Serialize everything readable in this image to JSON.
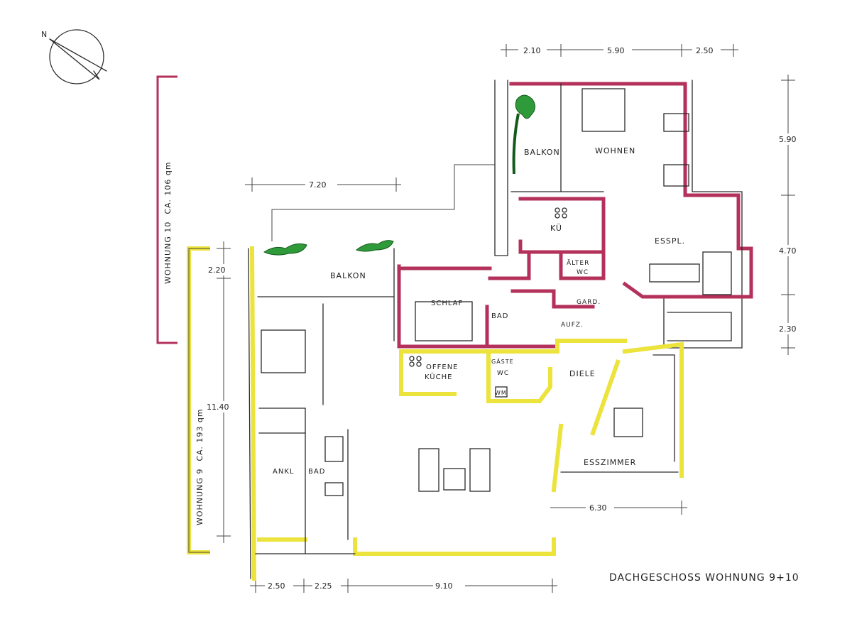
{
  "title": "DACHGESCHOSS WOHNUNG 9+10",
  "colors": {
    "unit10": "#b3315a",
    "unit9": "#ece33c",
    "plants": "#2f9a3a"
  },
  "units": [
    {
      "name": "WOHNUNG 10",
      "area": "CA. 106 qm"
    },
    {
      "name": "WOHNUNG 9",
      "area": "CA. 193 qm"
    }
  ],
  "rooms": {
    "balkon_10": "BALKON",
    "wohnen": "WOHNEN",
    "kueche": "KÜ",
    "esspl": "ESSPL.",
    "aelter_wc_1": "ÄLTER",
    "aelter_wc_2": "WC",
    "gard": "GARD.",
    "schlaf": "SCHLAF",
    "bad_10": "BAD",
    "aufz": "AUFZ.",
    "balkon_9": "BALKON",
    "offene_kueche_1": "OFFENE",
    "offene_kueche_2": "KÜCHE",
    "gaeste_wc_1": "GÄSTE",
    "gaeste_wc_2": "WC",
    "wm": "WM",
    "diele": "DIELE",
    "esszimmer": "ESSZIMMER",
    "ankl": "ANKL",
    "bad_9": "BAD"
  },
  "dimensions": {
    "top": [
      "2.10",
      "5.90",
      "2.50"
    ],
    "right": [
      "5.90",
      "4.70",
      "2.30"
    ],
    "balkon_width": "7.20",
    "left": [
      "2.20",
      "11.40"
    ],
    "dining": "6.30",
    "bottom": [
      "2.50",
      "2.25",
      "9.10"
    ]
  },
  "north_label": "N"
}
